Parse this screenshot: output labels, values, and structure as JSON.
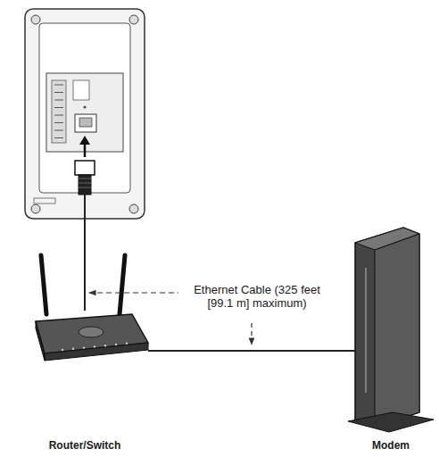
{
  "diagram": {
    "nodes": [
      {
        "text": [
          "Router/Switch"
        ]
      },
      {
        "text": [
          "Modem"
        ]
      }
    ],
    "edges": [
      {
        "from": 0,
        "to": 1,
        "arrow": "none"
      }
    ],
    "labels": [
      "Ethernet Cable (325 feet [99.1 m] maximum)"
    ]
  }
}
